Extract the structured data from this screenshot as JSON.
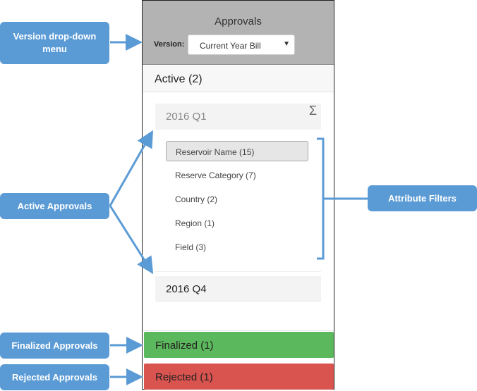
{
  "panel": {
    "title": "Approvals",
    "version_label": "Version:",
    "version_value": "Current Year Bill",
    "active_label": "Active (2)",
    "groups": [
      {
        "label": "2016 Q1",
        "filters": [
          {
            "label": "Reservoir Name (15)",
            "selected": true
          },
          {
            "label": "Reserve Category (7)",
            "selected": false
          },
          {
            "label": "Country (2)",
            "selected": false
          },
          {
            "label": "Region (1)",
            "selected": false
          },
          {
            "label": "Field (3)",
            "selected": false
          }
        ]
      },
      {
        "label": "2016 Q4"
      }
    ],
    "finalized_label": "Finalized (1)",
    "rejected_label": "Rejected (1)"
  },
  "callouts": {
    "version": "Version drop-down menu",
    "active": "Active Approvals",
    "attribute": "Attribute Filters",
    "finalized": "Finalized Approvals",
    "rejected": "Rejected Approvals"
  },
  "icons": {
    "sigma": "sigma-icon",
    "caret": "chevron-down-icon"
  },
  "colors": {
    "callout": "#5b9bd5",
    "finalized": "#5cb85c",
    "rejected": "#d9534f",
    "header": "#b3b3b3"
  }
}
